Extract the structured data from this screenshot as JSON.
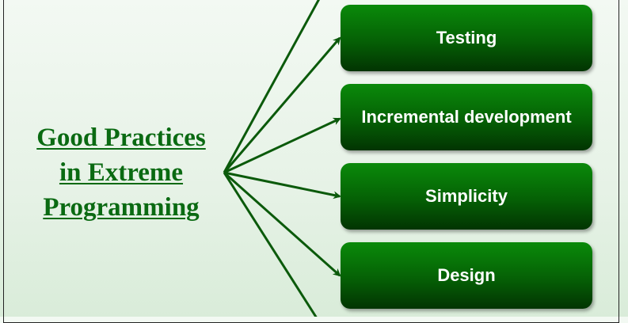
{
  "title": {
    "lines": [
      "Good Practices",
      "in Extreme",
      "Programming"
    ]
  },
  "practices": [
    {
      "label": "Testing"
    },
    {
      "label": "Incremental development"
    },
    {
      "label": "Simplicity"
    },
    {
      "label": "Design"
    }
  ],
  "colors": {
    "accent": "#0a6a12",
    "arrow": "#0b5a0b",
    "box_top": "#0a8a0a",
    "box_bottom": "#023402"
  }
}
